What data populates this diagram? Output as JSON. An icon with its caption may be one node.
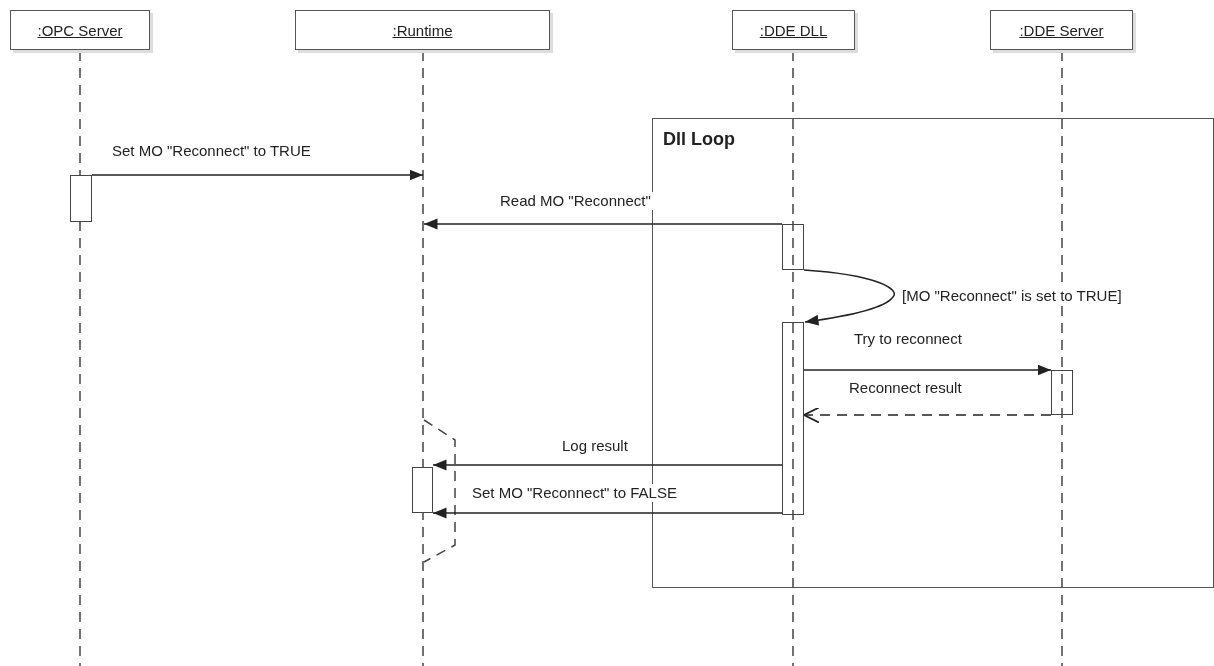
{
  "diagram": {
    "nodes": [
      {
        "text": [
          ":OPC Server"
        ]
      },
      {
        "text": [
          ":Runtime"
        ]
      },
      {
        "text": [
          ":DDE DLL"
        ]
      },
      {
        "text": [
          ":DDE Server"
        ]
      },
      {
        "text": [
          "Dll Loop"
        ]
      },
      {
        "text": [],
        "shape": "bar"
      },
      {
        "text": [],
        "shape": "bar",
        "in": 4
      },
      {
        "text": [],
        "shape": "bar",
        "in": 4
      },
      {
        "text": [],
        "shape": "bar",
        "in": 4
      },
      {
        "text": [],
        "shape": "bar"
      }
    ],
    "edges": [
      {
        "from": 5,
        "to": null,
        "arrow": "to",
        "label": "Set MO \"Reconnect\" to TRUE"
      },
      {
        "from": 6,
        "to": null,
        "arrow": "to",
        "label": "Read MO \"Reconnect\""
      },
      {
        "from": 6,
        "to": 7,
        "arrow": "to",
        "label": "[MO \"Reconnect\" is set to TRUE]"
      },
      {
        "from": 7,
        "to": 8,
        "arrow": "to",
        "label": "Try to reconnect"
      },
      {
        "from": 8,
        "to": 7,
        "arrow": "to",
        "label": "Reconnect result",
        "style": "dashed"
      },
      {
        "from": 7,
        "to": 9,
        "arrow": "to",
        "label": "Log result"
      },
      {
        "from": 7,
        "to": 9,
        "arrow": "to",
        "label": "Set MO \"Reconnect\" to FALSE"
      }
    ]
  }
}
